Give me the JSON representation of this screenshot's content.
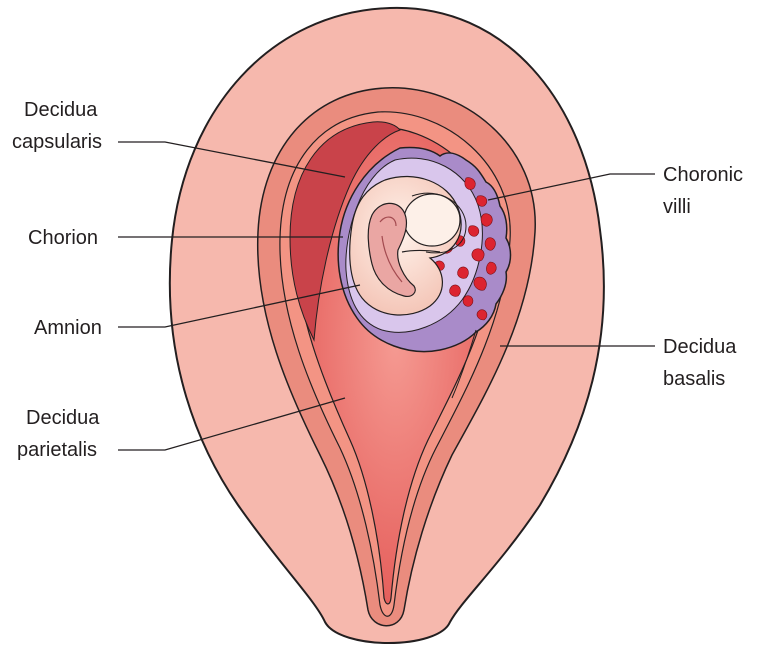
{
  "labels": {
    "decidua_capsularis": [
      "Decidua",
      "capsularis"
    ],
    "chorion": "Chorion",
    "amnion": "Amnion",
    "decidua_parietalis": [
      "Decidua",
      "parietalis"
    ],
    "choronic_villi": [
      "Choronic",
      "villi"
    ],
    "decidua_basalis": [
      "Decidua",
      "basalis"
    ]
  },
  "colors": {
    "outer_wall": "#f6b8ad",
    "decidua_layer": "#ea8c7e",
    "cavity": "#e7615c",
    "capsularis_dark": "#c9434a",
    "chorion_villi": "#a98bc9",
    "chorion_inner": "#d9c6ec",
    "amniotic_sac": "#f8d8cc",
    "embryo": "#eaa6a3",
    "villi_blood": "#dc2430",
    "outline": "#231f20"
  }
}
